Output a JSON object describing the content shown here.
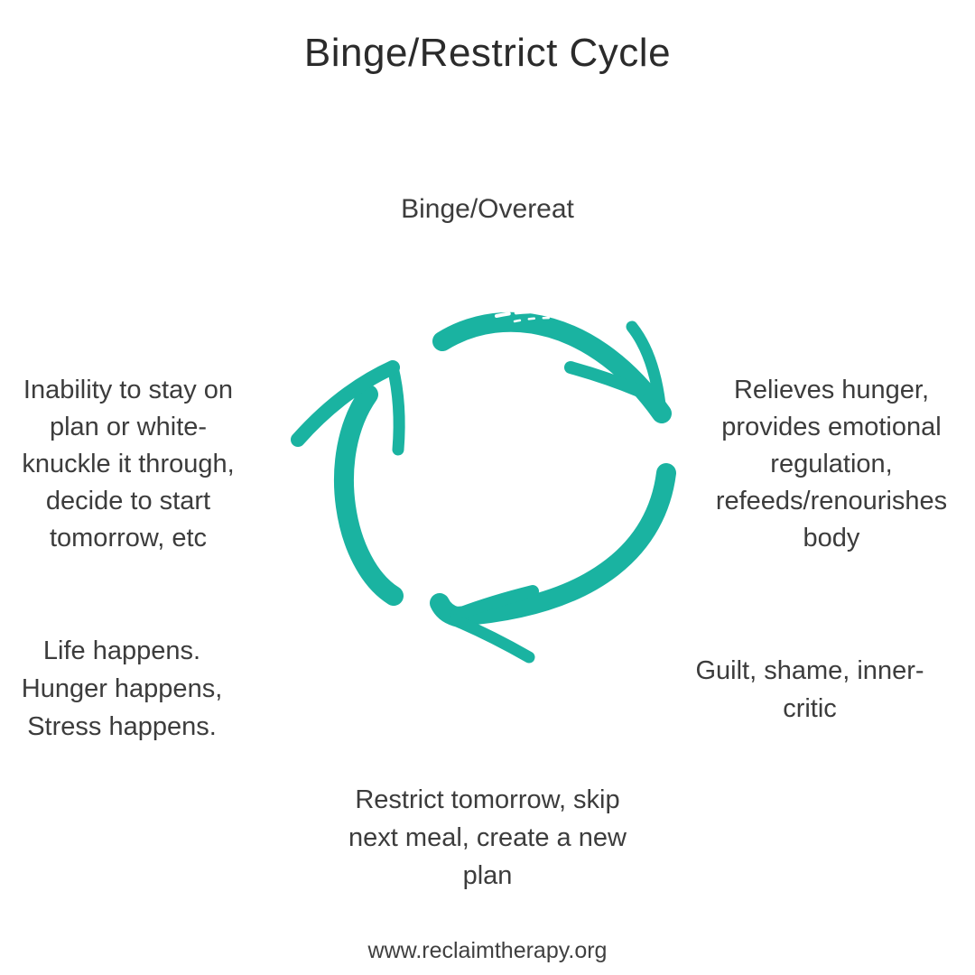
{
  "page": {
    "title": "Binge/Restrict Cycle",
    "footer_url": "www.reclaimtherapy.org"
  },
  "cycle": {
    "graphic_icon": "cycle-arrows-icon",
    "accent_color": "#1ab3a1",
    "direction": "clockwise",
    "stages": [
      {
        "position": "top",
        "label": "Binge/Overeat"
      },
      {
        "position": "right",
        "label": "Relieves hunger,\nprovides emotional\nregulation,\nrefeeds/renourishes\nbody"
      },
      {
        "position": "bottom-right",
        "label": "Guilt, shame, inner-\ncritic"
      },
      {
        "position": "bottom",
        "label": "Restrict tomorrow, skip\nnext meal, create a new\nplan"
      },
      {
        "position": "bottom-left",
        "label": "Life happens.\nHunger happens,\nStress happens."
      },
      {
        "position": "left",
        "label": "Inability to stay on\nplan or white-\nknuckle it through,\ndecide to start\ntomorrow, etc"
      }
    ]
  }
}
